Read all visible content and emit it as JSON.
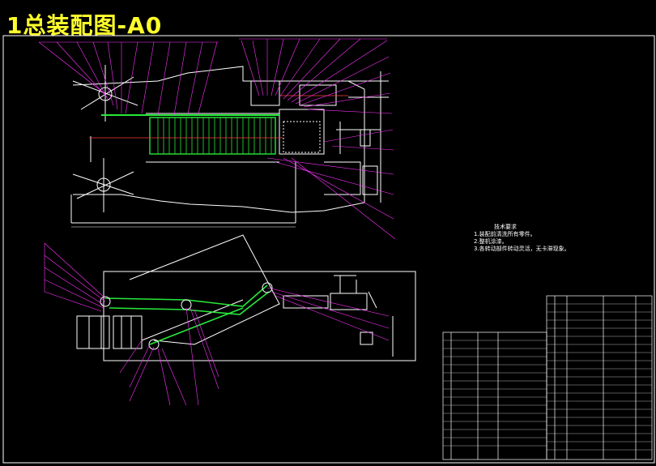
{
  "drawing": {
    "title": "1总装配图-A0",
    "tech_requirements": {
      "heading": "技术要求",
      "items": [
        "1.装配前清洗所有零件。",
        "2.整机涂漆。",
        "3.各转动部件转动灵活，无卡滞现象。"
      ]
    },
    "colors": {
      "background": "#000000",
      "title": "#ffff2b",
      "outline": "#ffffff",
      "leader": "#ff33ff",
      "conveyor": "#27e83a",
      "dims": "#ffffff"
    }
  }
}
